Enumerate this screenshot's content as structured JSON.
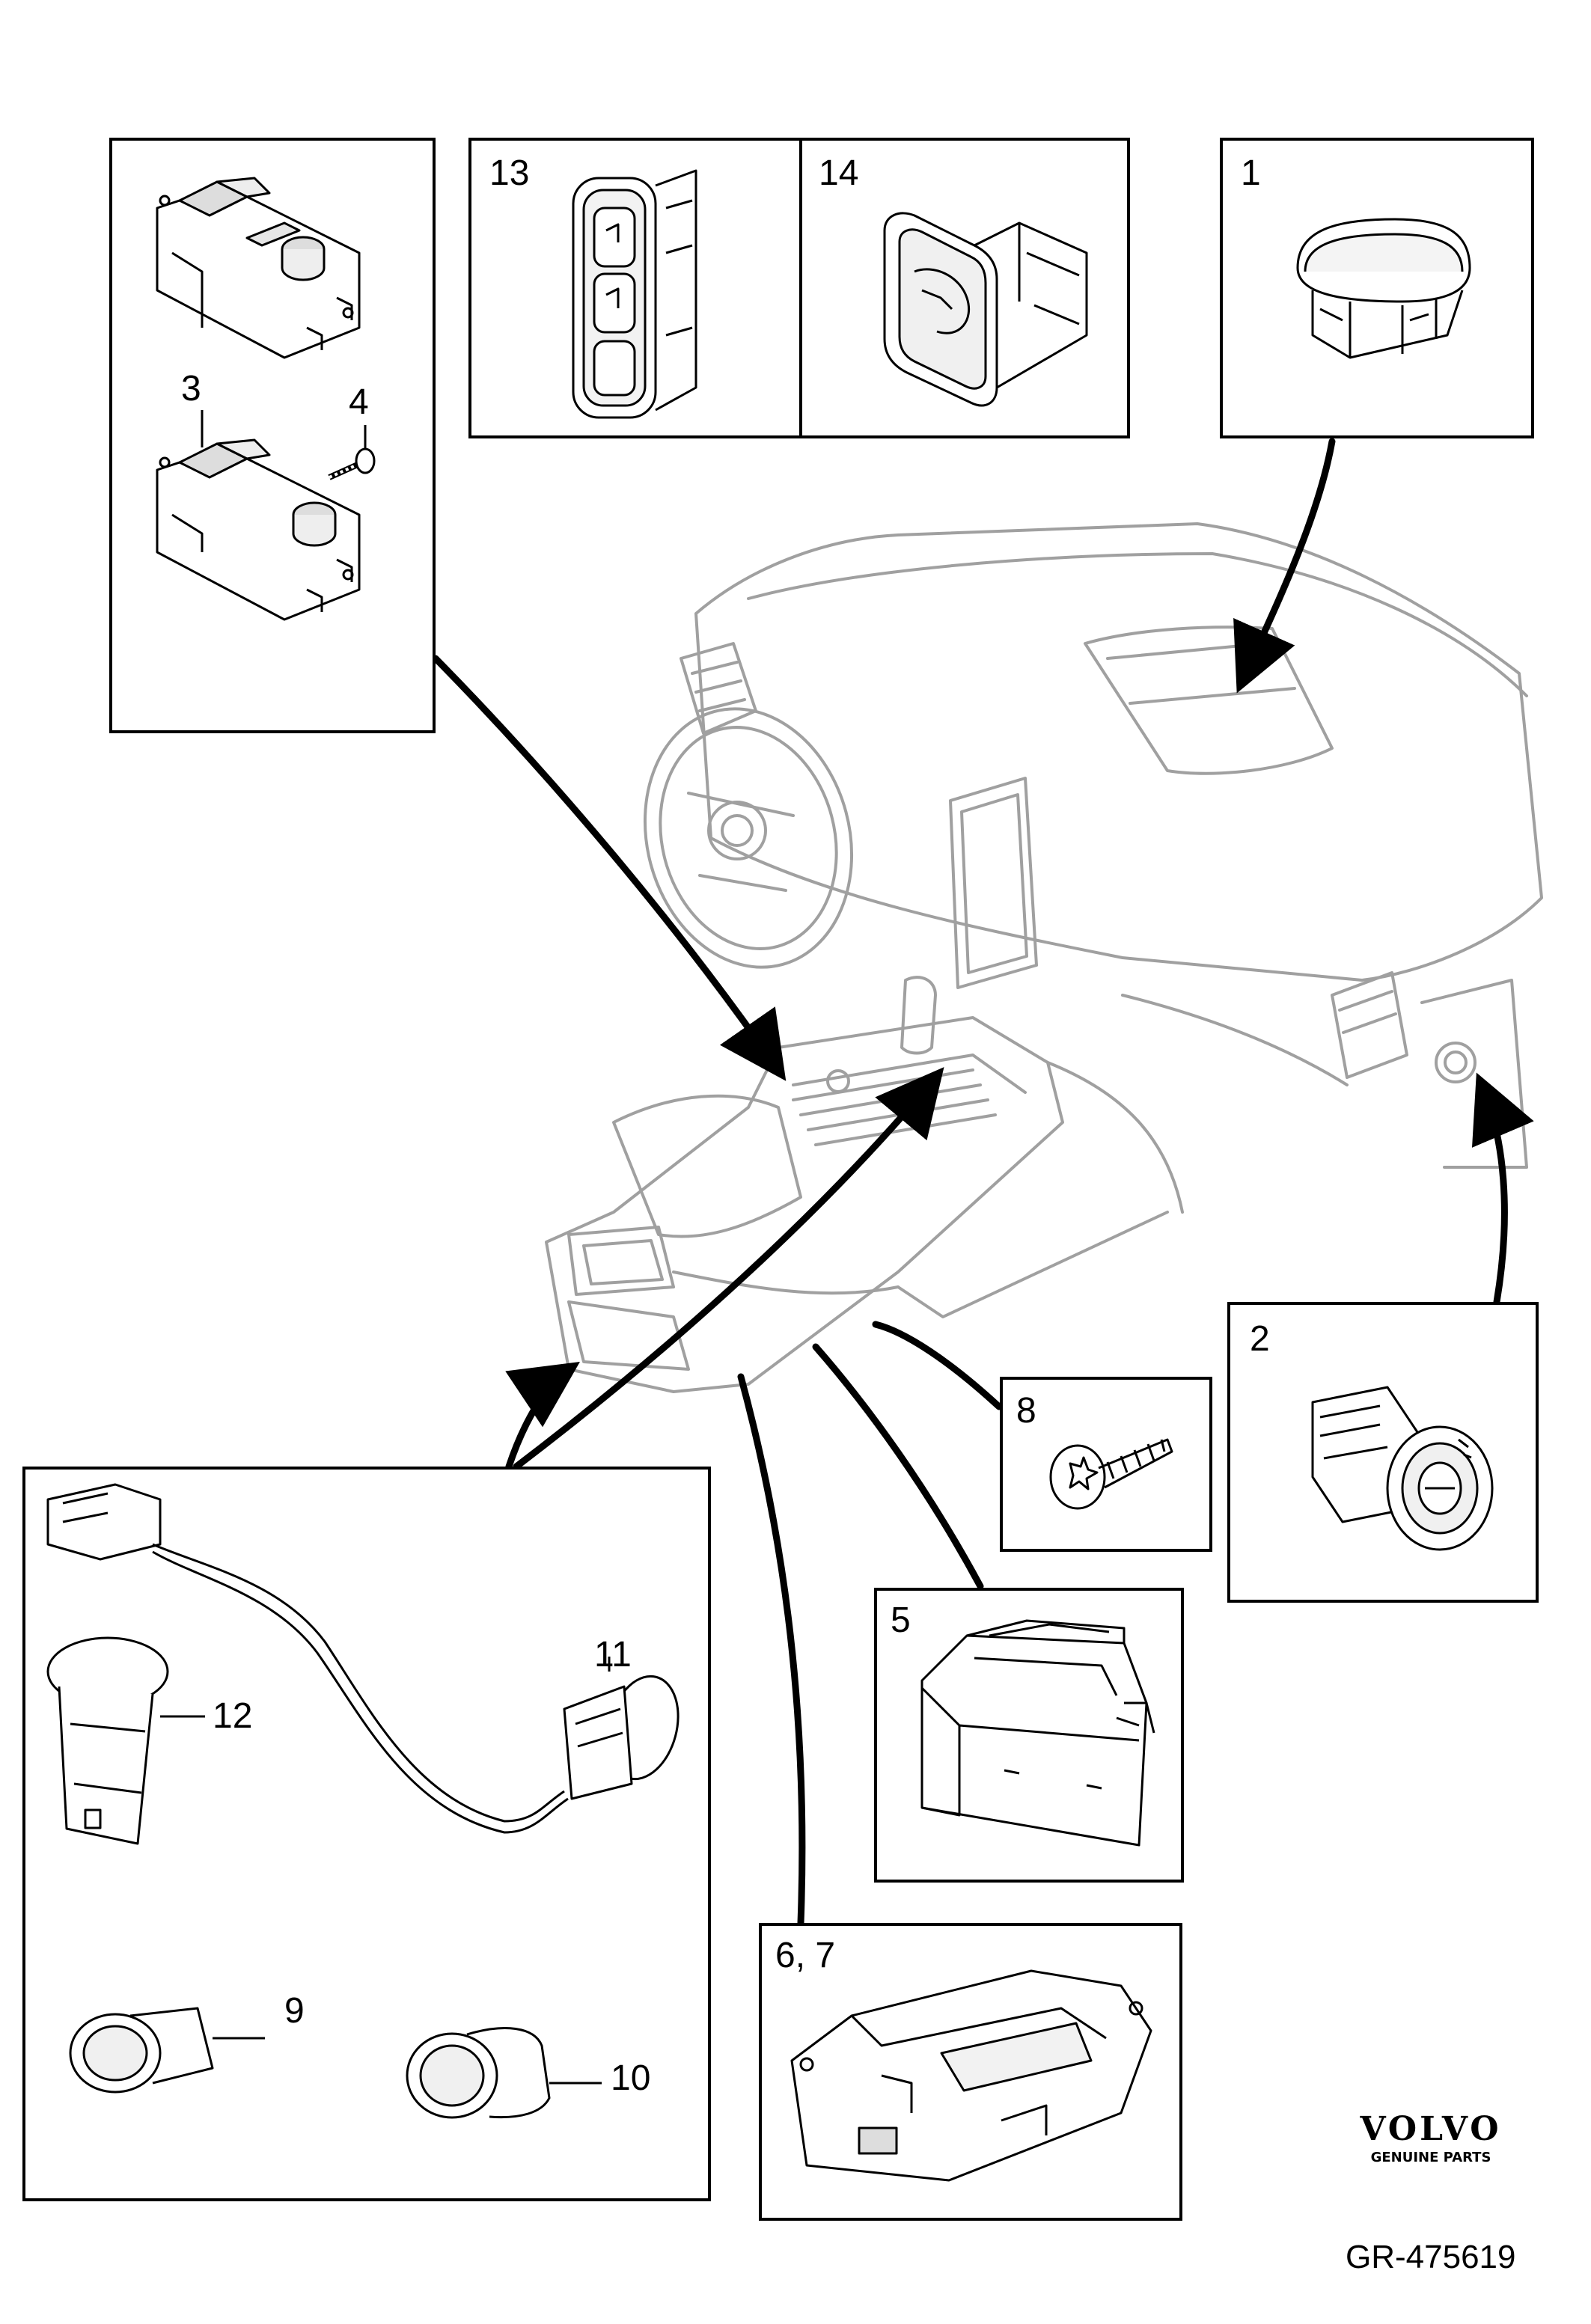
{
  "callouts": {
    "c1": "1",
    "c2": "2",
    "c3": "3",
    "c4": "4",
    "c5": "5",
    "c67": "6, 7",
    "c8": "8",
    "c9": "9",
    "c10": "10",
    "c11": "11",
    "c12": "12",
    "c13": "13",
    "c14": "14"
  },
  "brand": {
    "logo": "VOLVO",
    "tagline": "GENUINE PARTS"
  },
  "reference": "GR-475619",
  "colors": {
    "line": "#000000",
    "light_line": "#9a9a9a",
    "background": "#ffffff"
  }
}
